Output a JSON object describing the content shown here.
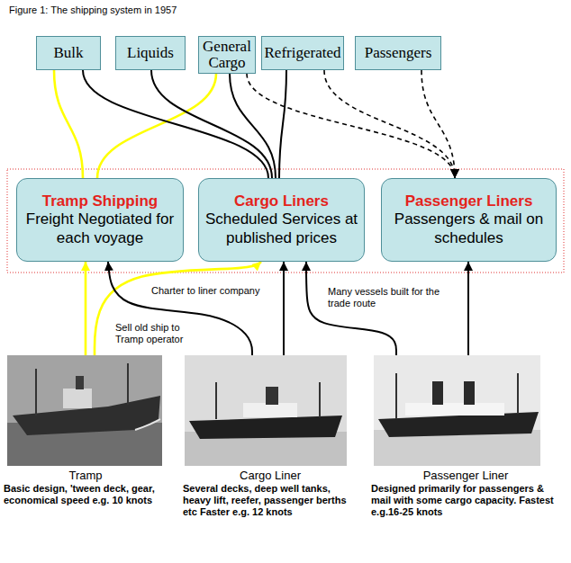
{
  "diagram": {
    "title": "Figure 1: The shipping system in 1957",
    "nodes": [
      {
        "text": [
          "Bulk"
        ]
      },
      {
        "text": [
          "Liquids"
        ]
      },
      {
        "text": [
          "General Cargo"
        ]
      },
      {
        "text": [
          "Refrigerated"
        ]
      },
      {
        "text": [
          "Passengers"
        ]
      },
      {
        "text": [
          "Tramp Shipping",
          "Freight Negotiated for each voyage"
        ]
      },
      {
        "text": [
          "Cargo Liners",
          "Scheduled Services at published prices"
        ]
      },
      {
        "text": [
          "Passenger Liners",
          "Passengers & mail on schedules"
        ]
      },
      {
        "text": [
          "Tramp",
          "Basic design, 'tween deck, gear, economical speed e.g. 10 knots"
        ]
      },
      {
        "text": [
          "Cargo Liner",
          "Several decks, deep well tanks, heavy lift, reefer, passenger berths etc Faster e.g. 12 knots"
        ]
      },
      {
        "text": [
          "Passenger Liner",
          "Designed primarily for passengers & mail with some cargo capacity. Fastest e.g.16-25 knots"
        ]
      }
    ],
    "edges": [
      {
        "from": 0,
        "to": 5,
        "arrow": "none"
      },
      {
        "from": 2,
        "to": 5,
        "arrow": "none"
      },
      {
        "from": 0,
        "to": 6,
        "arrow": "none"
      },
      {
        "from": 1,
        "to": 6,
        "arrow": "none"
      },
      {
        "from": 2,
        "to": 6,
        "arrow": "none"
      },
      {
        "from": 3,
        "to": 6,
        "arrow": "none"
      },
      {
        "from": 2,
        "to": 7,
        "arrow": "to"
      },
      {
        "from": 3,
        "to": 7,
        "arrow": "to"
      },
      {
        "from": 4,
        "to": 7,
        "arrow": "to"
      },
      {
        "from": 8,
        "to": 5,
        "arrow": "to"
      },
      {
        "from": 8,
        "to": 6,
        "label": "Charter to liner company",
        "arrow": "to"
      },
      {
        "from": 9,
        "to": 5,
        "label": "Sell old ship to Tramp operator",
        "arrow": "to"
      },
      {
        "from": 9,
        "to": 6,
        "arrow": "to"
      },
      {
        "from": 10,
        "to": 6,
        "label": "Many vessels built for the trade route",
        "arrow": "to"
      },
      {
        "from": 10,
        "to": 7,
        "arrow": "to"
      }
    ]
  }
}
